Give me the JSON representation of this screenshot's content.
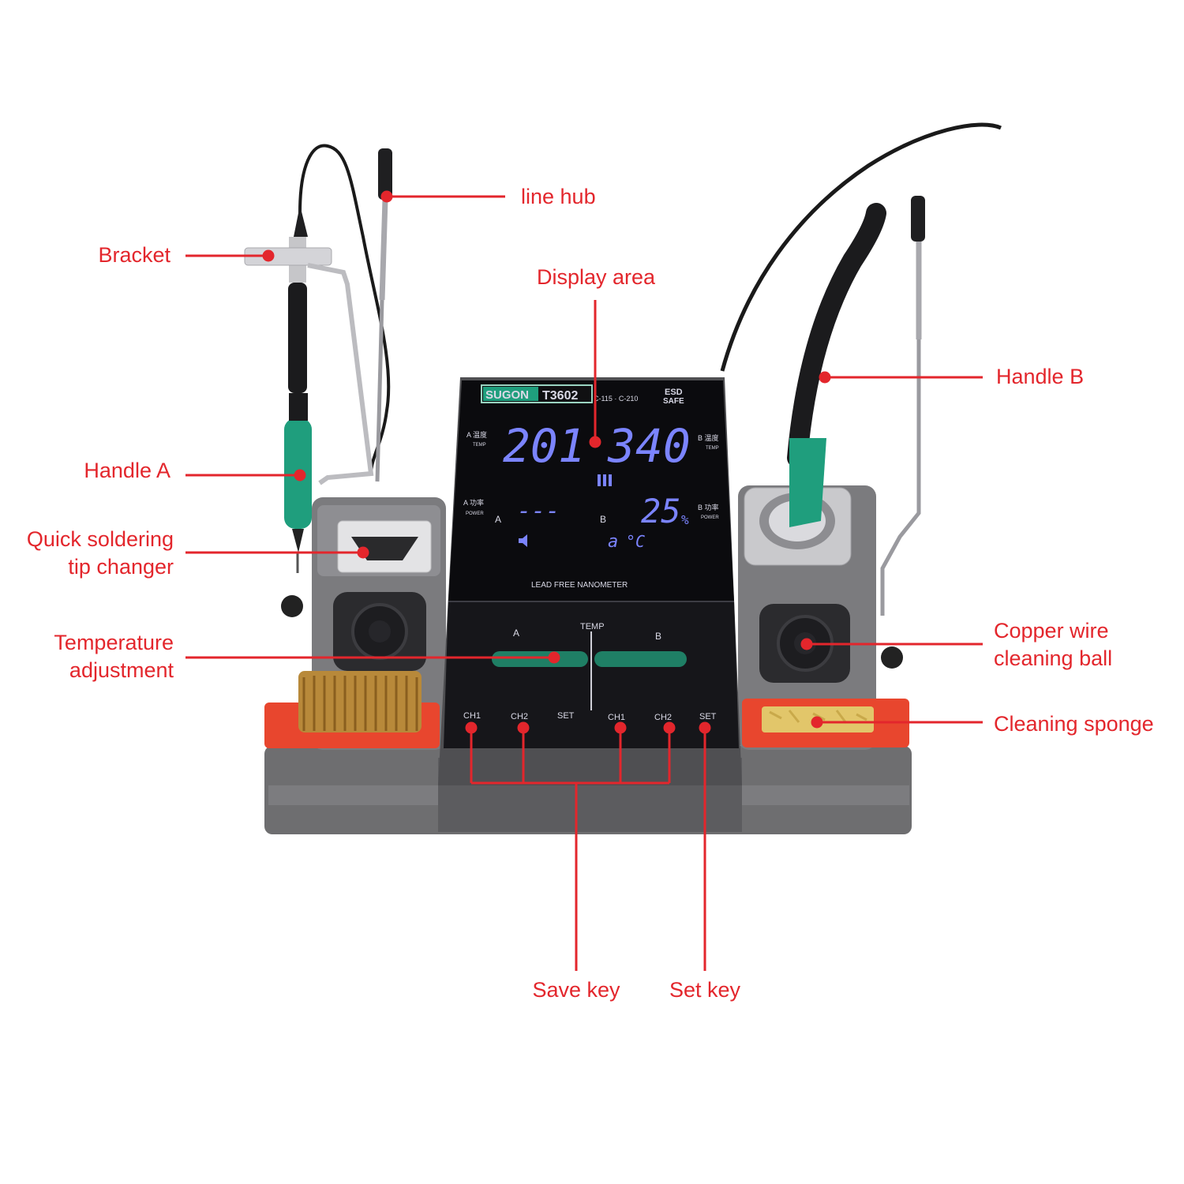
{
  "diagram": {
    "callouts": {
      "line_hub": "line hub",
      "bracket": "Bracket",
      "display_area": "Display area",
      "handle_a": "Handle A",
      "handle_b": "Handle B",
      "quick_tip_changer_1": "Quick soldering",
      "quick_tip_changer_2": "tip changer",
      "temp_adjust_1": "Temperature",
      "temp_adjust_2": "adjustment",
      "copper_ball_1": "Copper wire",
      "copper_ball_2": "cleaning ball",
      "cleaning_sponge": "Cleaning sponge",
      "save_key": "Save key",
      "set_key": "Set key"
    },
    "panel": {
      "brand": "SUGON",
      "model": "T3602",
      "tip_types": "C-115 · C-210",
      "esd_1": "ESD",
      "esd_2": "SAFE",
      "temp_a": "201",
      "temp_b": "340",
      "power_a": "---",
      "power_b": "25",
      "percent": "%",
      "label_a": "A",
      "label_b": "B",
      "unit_c": "°C",
      "unit_a": "a",
      "footer": "LEAD FREE NANOMETER",
      "a_temp_label": "A 温度",
      "b_temp_label": "B 温度",
      "temp_small": "TEMP",
      "a_power_label": "A 功率",
      "b_power_label": "B 功率",
      "power_small": "POWER",
      "slider_temp": "TEMP",
      "slider_a": "A",
      "slider_b": "B",
      "keys": [
        "CH1",
        "CH2",
        "SET",
        "CH1",
        "CH2",
        "SET"
      ]
    }
  },
  "colors": {
    "callout": "#e3262c",
    "grip_green": "#1f9e7d",
    "lcd_blue": "#7b84ff",
    "sponge_tray": "#e8462e"
  }
}
